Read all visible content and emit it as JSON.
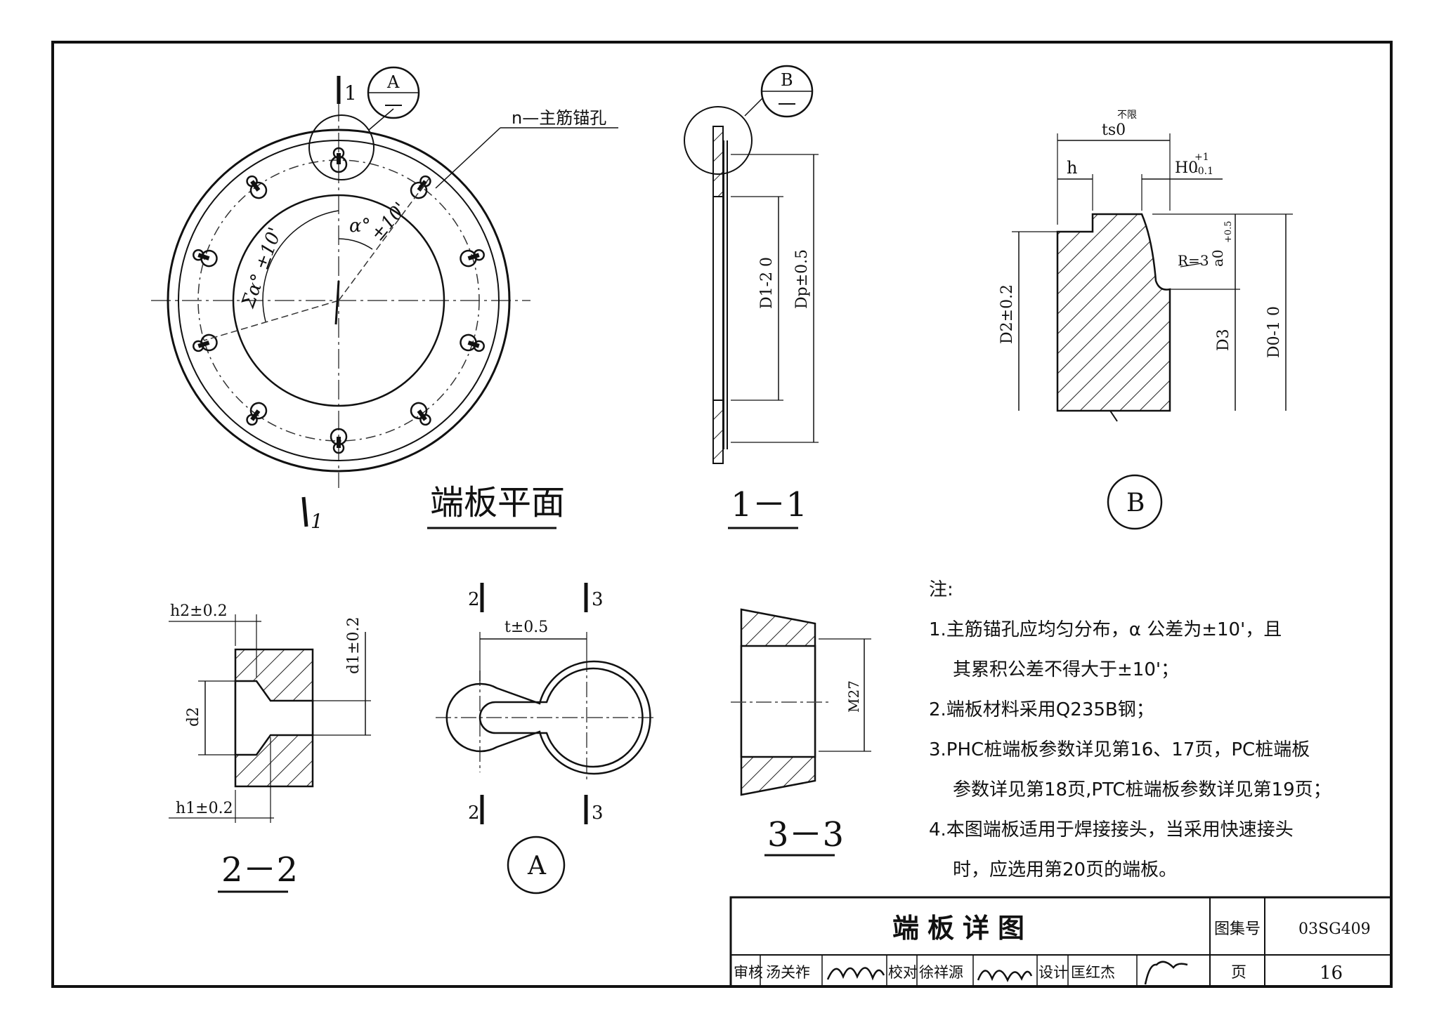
{
  "plan_view": {
    "title": "端板平面",
    "section_mark_label": "1",
    "section_mark_label_bottom": "1",
    "detail_callout": "A",
    "hole_label": "n—主筋锚孔",
    "angle_label": "α°",
    "angle_tolerance": "±10'",
    "total_angle_label": "Σα° ±10'"
  },
  "section_1_1": {
    "title": "1－1",
    "detail_callout": "B",
    "dim_inner": "D1-2 0",
    "dim_outer": "Dp±0.5"
  },
  "detail_b": {
    "title": "B",
    "dim_ts0": "ts0",
    "dim_ts0_note": "不限",
    "dim_h": "h",
    "dim_H0": "H0",
    "dim_H0_tol_upper": "+1",
    "dim_H0_tol_lower": "-0.1",
    "dim_R": "R=3",
    "dim_a0": "a0",
    "dim_a0_tol": "+0.5",
    "dim_D2": "D2±0.2",
    "dim_D3": "D3",
    "dim_D0": "D0-1 0"
  },
  "section_2_2": {
    "title": "2－2",
    "dim_h2": "h2±0.2",
    "dim_h1": "h1±0.2",
    "dim_d1": "d1±0.2",
    "dim_d2": "d2"
  },
  "detail_a": {
    "title": "A",
    "dim_t": "t±0.5",
    "mark_2_top": "2",
    "mark_3_top": "3",
    "mark_2_bottom": "2",
    "mark_3_bottom": "3"
  },
  "section_3_3": {
    "title": "3－3",
    "dim_thread": "M27"
  },
  "notes": {
    "heading": "注:",
    "items": [
      "1.主筋锚孔应均匀分布，α 公差为±10'，且",
      "其累积公差不得大于±10'；",
      "2.端板材料采用Q235B钢；",
      "3.PHC桩端板参数详见第16、17页，PC桩端板",
      "参数详见第18页,PTC桩端板参数详见第19页；",
      "4.本图端板适用于焊接接头，当采用快速接头",
      "时，应选用第20页的端板。"
    ]
  },
  "title_block": {
    "drawing_title": "端板详图",
    "atlas_no_label": "图集号",
    "atlas_no": "03SG409",
    "review_label": "审核",
    "review_name": "汤关祚",
    "check_label": "校对",
    "check_name": "徐祥源",
    "design_label": "设计",
    "design_name": "匡红杰",
    "page_label": "页",
    "page_no": "16"
  }
}
